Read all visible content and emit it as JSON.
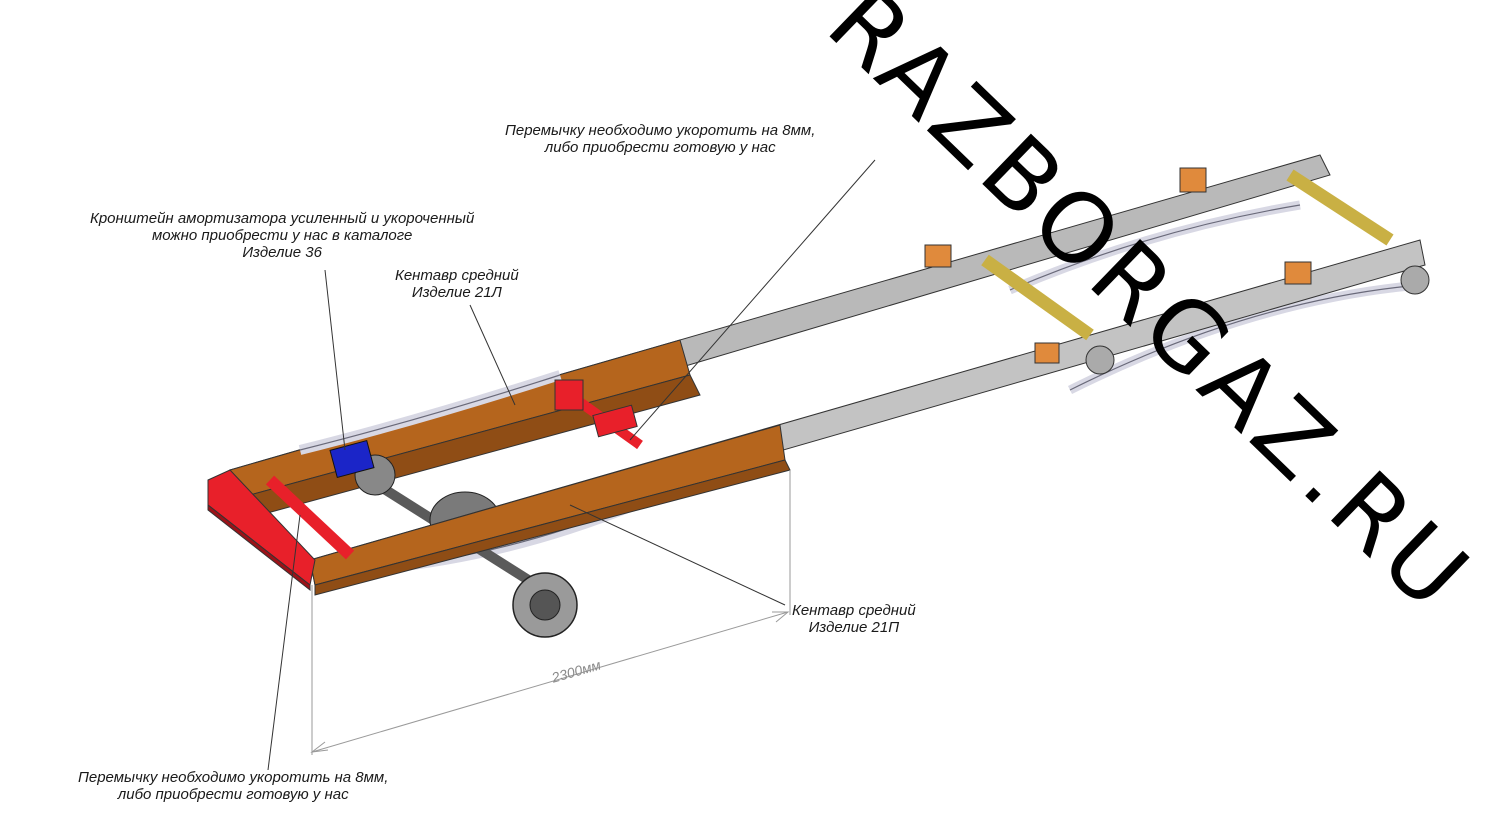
{
  "watermark": "RAZBORGAZ.RU",
  "callouts": {
    "jumper_top": [
      "Перемычку необходимо укоротить на 8мм,",
      "либо приобрести готовую у нас"
    ],
    "shock_bracket": [
      "Кронштейн амортизатора усиленный и укороченный",
      "можно приобрести у нас в каталоге",
      "Изделие 36"
    ],
    "kentavr_left": [
      "Кентавр средний",
      "Изделие 21Л"
    ],
    "kentavr_right": [
      "Кентавр средний",
      "Изделие 21П"
    ],
    "jumper_bottom": [
      "Перемычку необходимо укоротить на 8мм,",
      "либо приобрести готовую у нас"
    ]
  },
  "dimension": "2300мм",
  "colors": {
    "frame_gray": "#b9b9b9",
    "frame_orange": "#b5651d",
    "crossmember_red": "#e8202a",
    "bracket_blue": "#1b25c8",
    "mount_orange": "#e08a3c",
    "driveshaft_yellow": "#c9b044",
    "leaf_spring": "#d8d8e4"
  }
}
